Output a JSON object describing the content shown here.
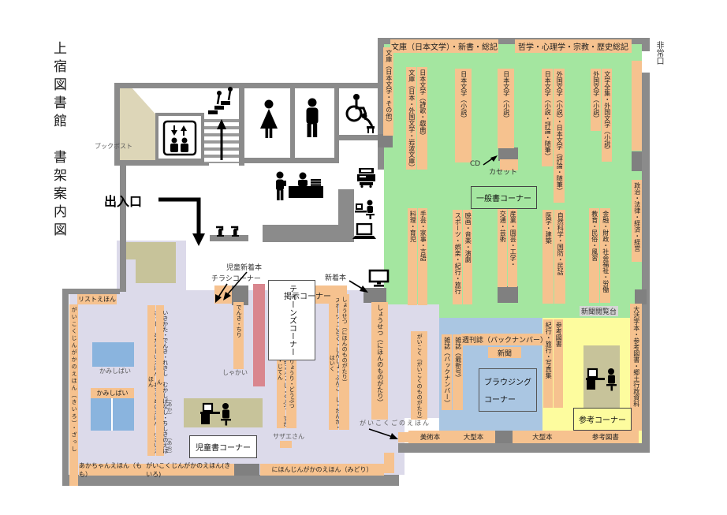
{
  "title": "上宿図書館　書架案内図",
  "colors": {
    "green_area": "#a4e6a0",
    "shelf_orange": "#f6c28f",
    "children_lavender": "#dcdaea",
    "browsing_blue": "#aac6e2",
    "reference_yellow": "#fdfc9e",
    "desk_olive": "#c7c39a",
    "teens_pink": "#d9868e",
    "wall_gray": "#8b8b8b",
    "table_blue": "#8ab4de"
  },
  "facility": {
    "book_post": "ブックポスト",
    "entrance": "出入口",
    "emergency_exit": "非常口",
    "cd": "CD",
    "cassette": "カセット",
    "newspaper_stand": "新聞閲覧台",
    "new_books": "新着本",
    "children_new_books": "児童新着本",
    "sazae": "サザエさん",
    "shakai": "しゃかい",
    "aka": "（あか）",
    "ao": "（あお）",
    "foreign_language_picture_books": "がいこくごのえほん",
    "kamishibai1": "かみしばい",
    "kamishibai2": "かみしばい"
  },
  "corners": {
    "general": "一般書コーナー",
    "teens": "ティーンズコーナー",
    "children": "児童書コーナー",
    "brow1": "ブラウジング",
    "brow2": "コーナー",
    "reference": "参考コーナー",
    "flyer": "チラシコーナー",
    "display": "掲示コーナー"
  },
  "shelves": {
    "top1": "文庫（日本文学）・新書・総記",
    "top2": "哲学・心理学・宗教・歴史総記",
    "bunko_left": "文庫（日本文学・その他）",
    "g1a": "文庫（日本・外国文学・岩波文庫）",
    "g1b": "日本文学（詩歌・戯曲）",
    "g2": "日本文学（小説）",
    "g3": "日本文学（小説）",
    "g4a": "日本文学（小説・評論・随筆）",
    "g4b": "外国文学（小説）・日本文学（評論・随筆）",
    "g5a": "外国文学（小説）",
    "g5b": "文学全集・外国文学（小説）",
    "g6": "政治・法律・経済・経営",
    "g7a": "料理・育児",
    "g7b": "手芸・家事・言語",
    "g8a": "スポーツ・娯楽・紀行・旅行",
    "g8b": "映画・音楽・演劇",
    "g9a": "交通・芸術",
    "g9b": "産業・園芸・工学・",
    "g10a": "医学・建築",
    "g10b": "自然科学・国防・民話",
    "g11a": "教育・民俗・風習",
    "g11b": "金融・財政・社会福祉・労働",
    "large_print": "大活字本・参考図書・郷土行政資料",
    "mag_back": "雑誌（バックナンバー）",
    "mag_new": "雑誌（最新号）",
    "weekly": "週刊誌（バックナンバー）",
    "newspaper": "新聞",
    "y1a": "紀行・旅行・写真集",
    "y1b": "参考図書",
    "art_books": "美術本",
    "large1": "大型本",
    "large2": "大型本",
    "ref_books": "参考図書",
    "list_ehon": "リストえほん",
    "c_left": "がいこくじんがかのえほん（きいろ）・ざっし",
    "c_bottom1": "あかちゃんえほん（もも）",
    "c_bottom2": "がいこくじんがかのえほん(きいろ)",
    "c_bottom3": "にほんじんがかのえほん（みどり）",
    "c1a": "ざっし・あたらしいえほん・おすすめのえほん　小さいえほん",
    "c1b": "いきかた・でんき・れきし　むかしばなし・ちしきのえほん",
    "c2": "でんき・ちり",
    "c3a": "みんわ・さんすう・うちゅう・しょくぶつ　ずかん・じてん",
    "c3b": "こうさく・のりもの・りょうり・どうぶつ",
    "c4a": "スポーツ・ごらく・しんしょ・ぶんこ　し・たんか・はいく",
    "c4b": "しょうせつ（にほんのものがたり）",
    "c5": "しょうせつ（にほんのものがたり）",
    "c6": "がいこく（がいこくのものがたり）"
  }
}
